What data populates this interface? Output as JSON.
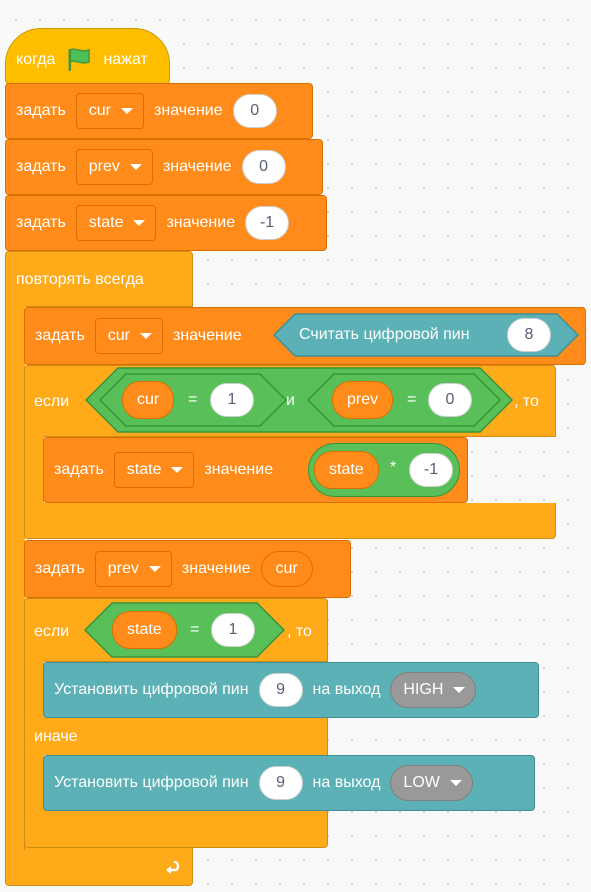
{
  "hat": {
    "when": "когда",
    "pressed": "нажат",
    "flag_icon": "green-flag-icon"
  },
  "set1": {
    "set": "задать",
    "var": "cur",
    "value_label": "значение",
    "value": "0"
  },
  "set2": {
    "set": "задать",
    "var": "prev",
    "value_label": "значение",
    "value": "0"
  },
  "set3": {
    "set": "задать",
    "var": "state",
    "value_label": "значение",
    "value": "-1"
  },
  "forever": {
    "label": "повторять всегда",
    "loop_icon": "loop-arrow-icon"
  },
  "set4": {
    "set": "задать",
    "var": "cur",
    "value_label": "значение",
    "reporter": "Считать цифровой пин",
    "pin": "8"
  },
  "if1": {
    "if": "если",
    "left_var": "cur",
    "eq1": "=",
    "v1": "1",
    "and": "и",
    "right_var": "prev",
    "eq2": "=",
    "v2": "0",
    "then": ", то"
  },
  "set5": {
    "set": "задать",
    "var": "state",
    "value_label": "значение",
    "op_var": "state",
    "op": "*",
    "op_val": "-1"
  },
  "set6": {
    "set": "задать",
    "var": "prev",
    "value_label": "значение",
    "value_var": "cur"
  },
  "if2": {
    "if": "если",
    "var": "state",
    "eq": "=",
    "v": "1",
    "then": ", то",
    "else": "иначе"
  },
  "pin_high": {
    "label": "Установить цифровой пин",
    "pin": "9",
    "mid": "на выход",
    "value": "HIGH"
  },
  "pin_low": {
    "label": "Установить цифровой пин",
    "pin": "9",
    "mid": "на выход",
    "value": "LOW"
  }
}
